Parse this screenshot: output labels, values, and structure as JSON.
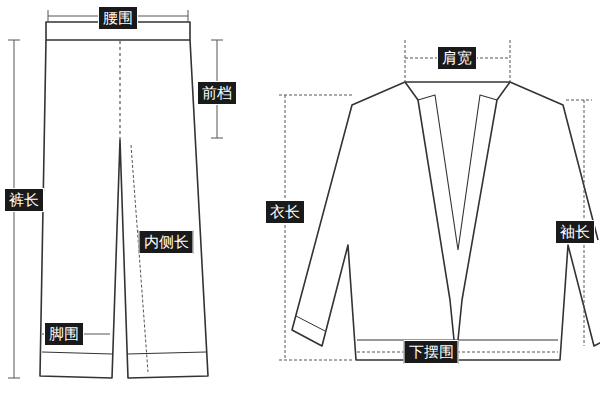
{
  "diagram": {
    "labels": [
      "腰围",
      "前档",
      "裤长",
      "内侧长",
      "脚围",
      "肩宽",
      "衣长",
      "袖长",
      "下摆围"
    ]
  }
}
